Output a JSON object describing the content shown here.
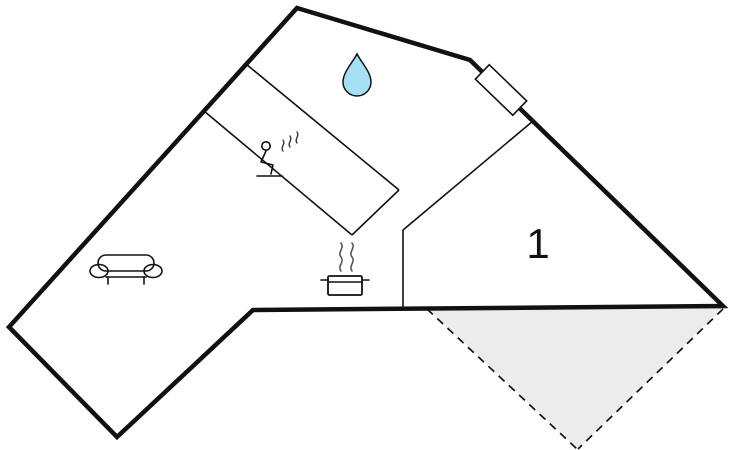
{
  "plan": {
    "room_label": "1",
    "icons": [
      {
        "name": "water-drop-icon"
      },
      {
        "name": "sauna-person-icon"
      },
      {
        "name": "stove-pot-icon"
      },
      {
        "name": "sofa-icon"
      },
      {
        "name": "door-marker"
      }
    ],
    "areas": {
      "terrace": "dashed-triangle-area"
    }
  },
  "colors": {
    "wall": "#111111",
    "background": "#ffffff",
    "terrace_fill": "#ececec",
    "drop_fill": "#a6e1f3",
    "steam": "#555555"
  }
}
